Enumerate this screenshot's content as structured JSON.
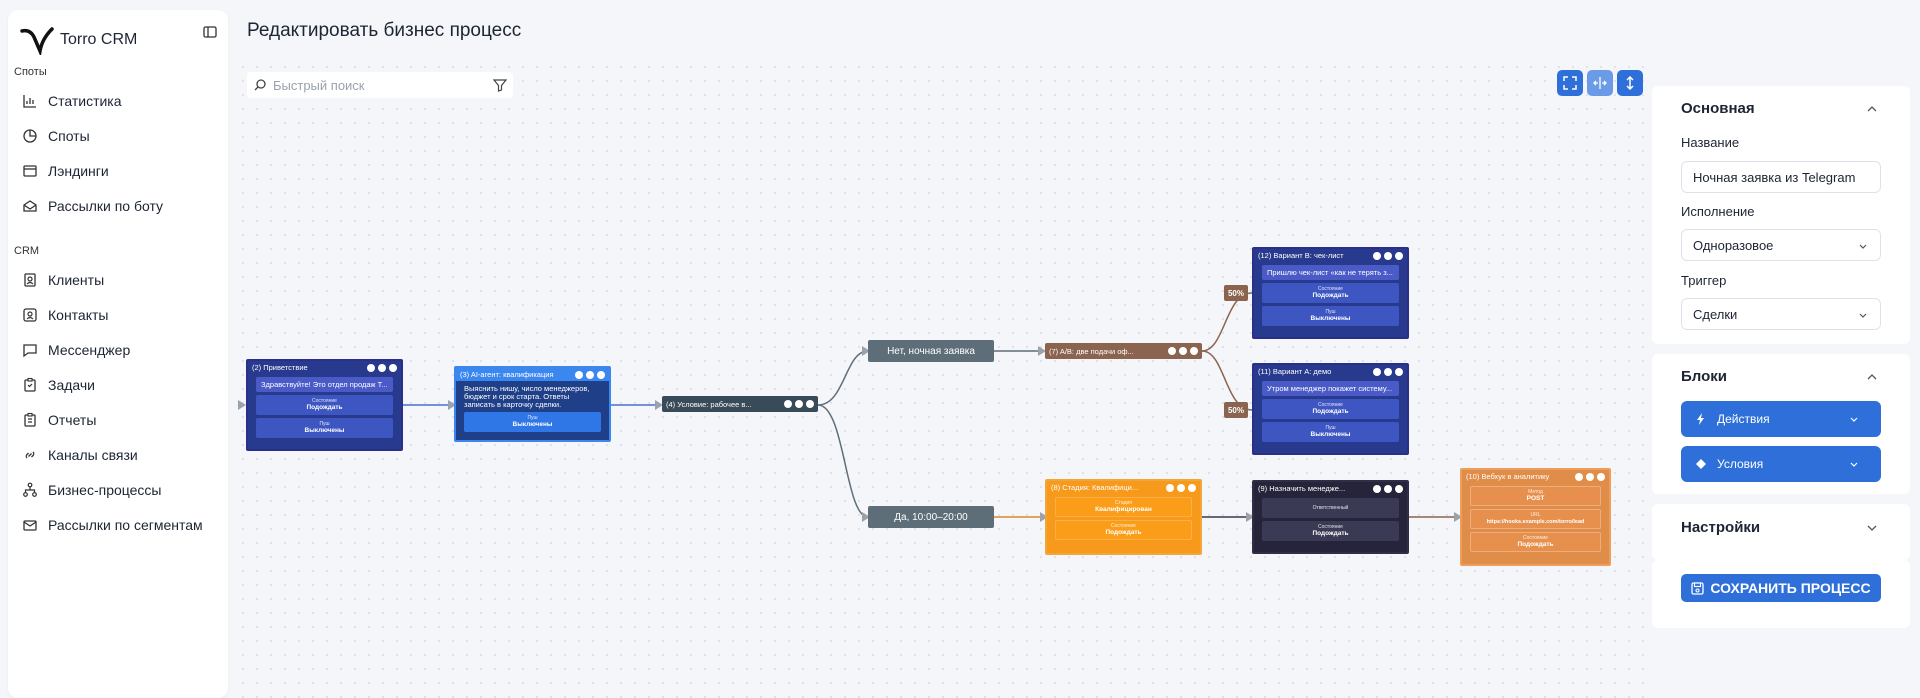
{
  "brand": {
    "name": "Torro CRM"
  },
  "sidebar": {
    "sections": [
      {
        "title": "Споты",
        "items": [
          "Статистика",
          "Споты",
          "Лэндинги",
          "Рассылки по боту"
        ]
      },
      {
        "title": "CRM",
        "items": [
          "Клиенты",
          "Контакты",
          "Мессенджер",
          "Задачи",
          "Отчеты",
          "Каналы связи",
          "Бизнес-процессы",
          "Рассылки по сегментам"
        ]
      }
    ]
  },
  "page": {
    "title": "Редактировать бизнес процесс"
  },
  "search": {
    "placeholder": "Быстрый поиск"
  },
  "flow": {
    "n2": {
      "title": "(2) Приветствие",
      "msg": "Здравствуйте! Это отдел продаж Т...",
      "f1_label": "Состояние",
      "f1_value": "Подождать",
      "f2_label": "Пуш",
      "f2_value": "Выключены"
    },
    "n3": {
      "title": "(3) AI-агент: квалификация",
      "text": "Выяснить нишу, число менеджеров, бюджет и срок старта. Ответы записать в карточку сделки.",
      "f1_label": "Пуш",
      "f1_value": "Выключены"
    },
    "n4": {
      "title": "(4) Условие: рабочее в..."
    },
    "no": "Нет, ночная заявка",
    "yes": "Да, 10:00–20:00",
    "n7": {
      "title": "(7) A/B: две подачи оф..."
    },
    "pct1": "50%",
    "pct2": "50%",
    "n12": {
      "title": "(12) Вариант B: чек-лист",
      "msg": "Пришлю чек-лист «как не терять з...",
      "f1_label": "Состояние",
      "f1_value": "Подождать",
      "f2_label": "Пуш",
      "f2_value": "Выключены"
    },
    "n11": {
      "title": "(11) Вариант A: демо",
      "msg": "Утром менеджер покажет систему...",
      "f1_label": "Состояние",
      "f1_value": "Подождать",
      "f2_label": "Пуш",
      "f2_value": "Выключены"
    },
    "n8": {
      "title": "(8) Стадия: Квалифици...",
      "f1_label": "Стадия",
      "f1_value": "Квалифицирован",
      "f2_label": "Состояние",
      "f2_value": "Подождать"
    },
    "n9": {
      "title": "(9) Назначить менедже...",
      "f1_label": "Ответственный",
      "f1_value": "",
      "f2_label": "Состояние",
      "f2_value": "Подождать"
    },
    "n10": {
      "title": "(10) Вебхук в аналитику",
      "f1_label": "Метод",
      "f1_value": "POST",
      "f2_label": "URL",
      "f2_value": "https://hooks.example.com/torro/lead",
      "f3_label": "Состояние",
      "f3_value": "Подождать"
    }
  },
  "panel": {
    "main": {
      "title": "Основная",
      "name_label": "Название",
      "name_value": "Ночная заявка из Telegram",
      "exec_label": "Исполнение",
      "exec_value": "Одноразовое",
      "trigger_label": "Триггер",
      "trigger_value": "Сделки"
    },
    "blocks": {
      "title": "Блоки",
      "actions": "Действия",
      "conditions": "Условия"
    },
    "settings": {
      "title": "Настройки"
    },
    "save": "СОХРАНИТЬ ПРОЦЕСС"
  },
  "colors": {
    "accent": "#2e6fd9",
    "node_blue": "#283a8e",
    "node_orange": "#f79a1b",
    "node_dark": "#25243a",
    "node_webhook": "#e08d49",
    "ab": "#8b6450"
  }
}
